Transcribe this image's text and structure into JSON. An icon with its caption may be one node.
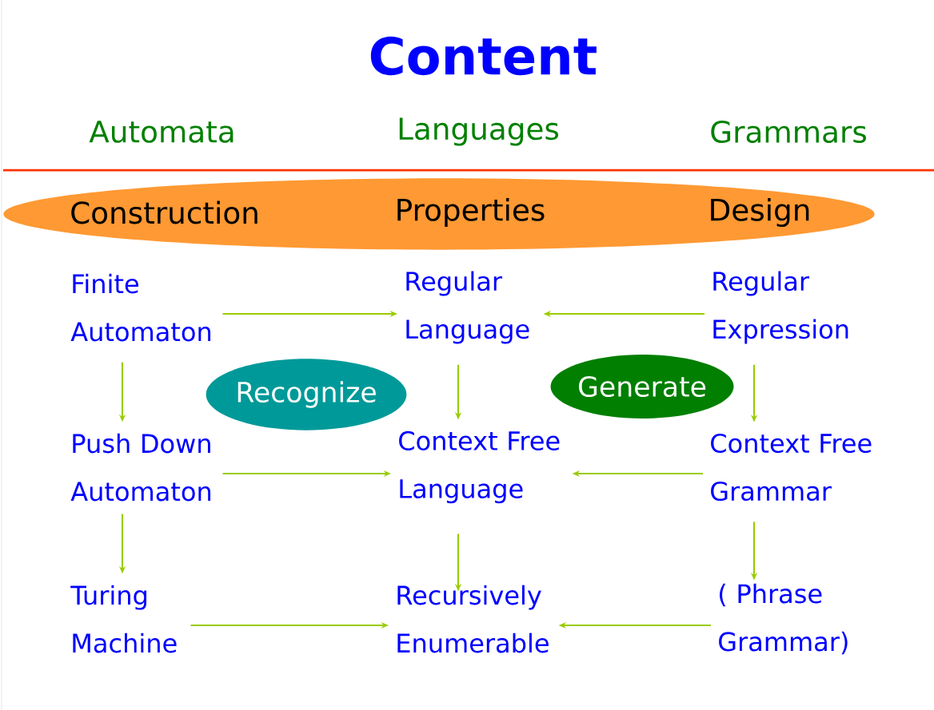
{
  "diagram": {
    "title": "Content",
    "nodes": [
      {
        "text": [
          "Construction",
          "Properties",
          "Design"
        ]
      },
      {
        "text": [
          "Finite Automaton"
        ]
      },
      {
        "text": [
          "Regular Language"
        ]
      },
      {
        "text": [
          "Regular Expression"
        ]
      },
      {
        "text": [
          "Push Down Automaton"
        ]
      },
      {
        "text": [
          "Context Free Language"
        ]
      },
      {
        "text": [
          "Context Free Grammar"
        ]
      },
      {
        "text": [
          "Turing Machine"
        ]
      },
      {
        "text": [
          "Recursively Enumerable"
        ]
      },
      {
        "text": [
          "( Phrase Grammar)"
        ]
      },
      {
        "text": [
          "Recognize"
        ]
      },
      {
        "text": [
          "Generate"
        ]
      }
    ],
    "edges": [
      {
        "from": 1,
        "to": 2,
        "arrow": "to"
      },
      {
        "from": 3,
        "to": 2,
        "arrow": "to"
      },
      {
        "from": 1,
        "to": 4,
        "arrow": "to"
      },
      {
        "from": 2,
        "to": 5,
        "arrow": "to"
      },
      {
        "from": 3,
        "to": 6,
        "arrow": "to"
      },
      {
        "from": 4,
        "to": 5,
        "arrow": "to"
      },
      {
        "from": 6,
        "to": 5,
        "arrow": "to"
      },
      {
        "from": 4,
        "to": 7,
        "arrow": "to"
      },
      {
        "from": 5,
        "to": 8,
        "arrow": "to"
      },
      {
        "from": 6,
        "to": 9,
        "arrow": "to"
      },
      {
        "from": 7,
        "to": 8,
        "arrow": "to"
      },
      {
        "from": 9,
        "to": 8,
        "arrow": "to"
      }
    ],
    "labels": [
      "Automata",
      "Languages",
      "Grammars"
    ]
  }
}
